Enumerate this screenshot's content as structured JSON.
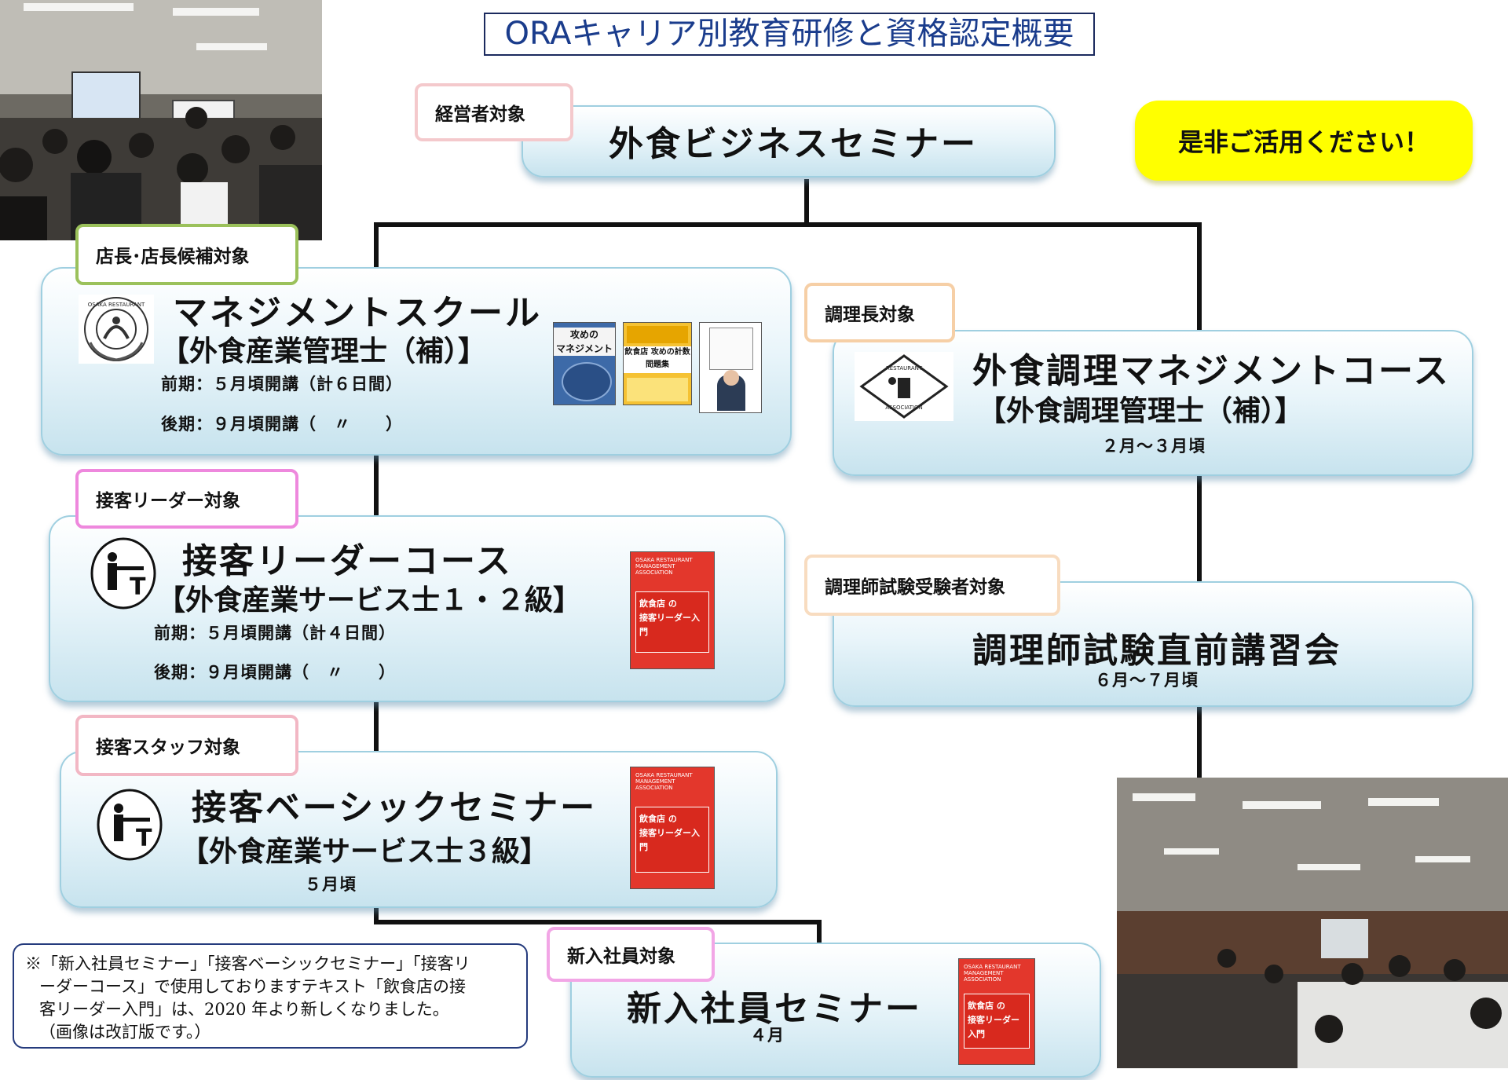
{
  "title": "ORAキャリア別教育研修と資格認定概要",
  "callout": "是非ご活用ください！",
  "courses": {
    "business": {
      "tag": "経営者対象",
      "title": "外食ビジネスセミナー"
    },
    "management": {
      "tag": "店長･店長候補対象",
      "title": "マネジメントスクール",
      "qual": "【外食産業管理士（補）】",
      "schedule1": "前期：５月頃開講（計６日間）",
      "schedule2": "後期：９月頃開講（　〃　　）"
    },
    "cooking_mgmt": {
      "tag": "調理長対象",
      "title": "外食調理マネジメントコース",
      "qual": "【外食調理管理士（補）】",
      "schedule": "２月～３月頃"
    },
    "leader": {
      "tag": "接客リーダー対象",
      "title": "接客リーダーコース",
      "qual": "【外食産業サービス士１・２級】",
      "schedule1": "前期：５月頃開講（計４日間）",
      "schedule2": "後期：９月頃開講（　〃　　）"
    },
    "exam": {
      "tag": "調理師試験受験者対象",
      "title": "調理師試験直前講習会",
      "schedule": "６月～７月頃"
    },
    "basic": {
      "tag": "接客スタッフ対象",
      "title": "接客ベーシックセミナー",
      "qual": "【外食産業サービス士３級】",
      "schedule": "５月頃"
    },
    "newcomer": {
      "tag": "新入社員対象",
      "title": "新入社員セミナー",
      "schedule": "４月"
    }
  },
  "books": {
    "leader_book": {
      "line1": "飲食店",
      "line2": "の",
      "line3": "接客リーダー入門"
    },
    "mgmt_book1": {
      "line1": "攻めの",
      "line2": "マネジメント"
    },
    "mgmt_book2": {
      "line1": "飲食店 攻めの計数",
      "line2": "問題集"
    }
  },
  "note": {
    "line1": "※「新入社員セミナー」「接客ベーシックセミナー」「接客リ",
    "line2": "ーダーコース」で使用しておりますテキスト「飲食店の接",
    "line3": "客リーダー入門」は、2020 年より新しくなりました。",
    "line4": "（画像は改訂版です。）"
  },
  "colors": {
    "title_text": "#1a3c8c",
    "callout_bg": "#ffff00",
    "tag_business": "#f4c9cc",
    "tag_management": "#9bc15b",
    "tag_cooking": "#f6cfa6",
    "tag_leader": "#ee88dd",
    "tag_exam": "#f8dcc0",
    "tag_basic": "#f2b7c4",
    "tag_newcomer": "#f2a6e6",
    "book_red": "#e3372c"
  },
  "icons": [
    "ora-seal-logo",
    "ora-diamond-logo",
    "server-icon"
  ]
}
